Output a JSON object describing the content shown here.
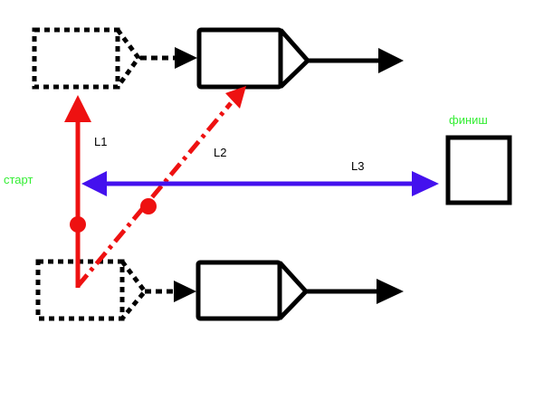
{
  "labels": {
    "start": "старт",
    "finish": "финиш",
    "l1": "L1",
    "l2": "L2",
    "l3": "L3"
  },
  "colors": {
    "outline": "#000000",
    "red": "#ee1111",
    "blue": "#4411ee",
    "green": "#33ee33",
    "background": "#ffffff"
  }
}
